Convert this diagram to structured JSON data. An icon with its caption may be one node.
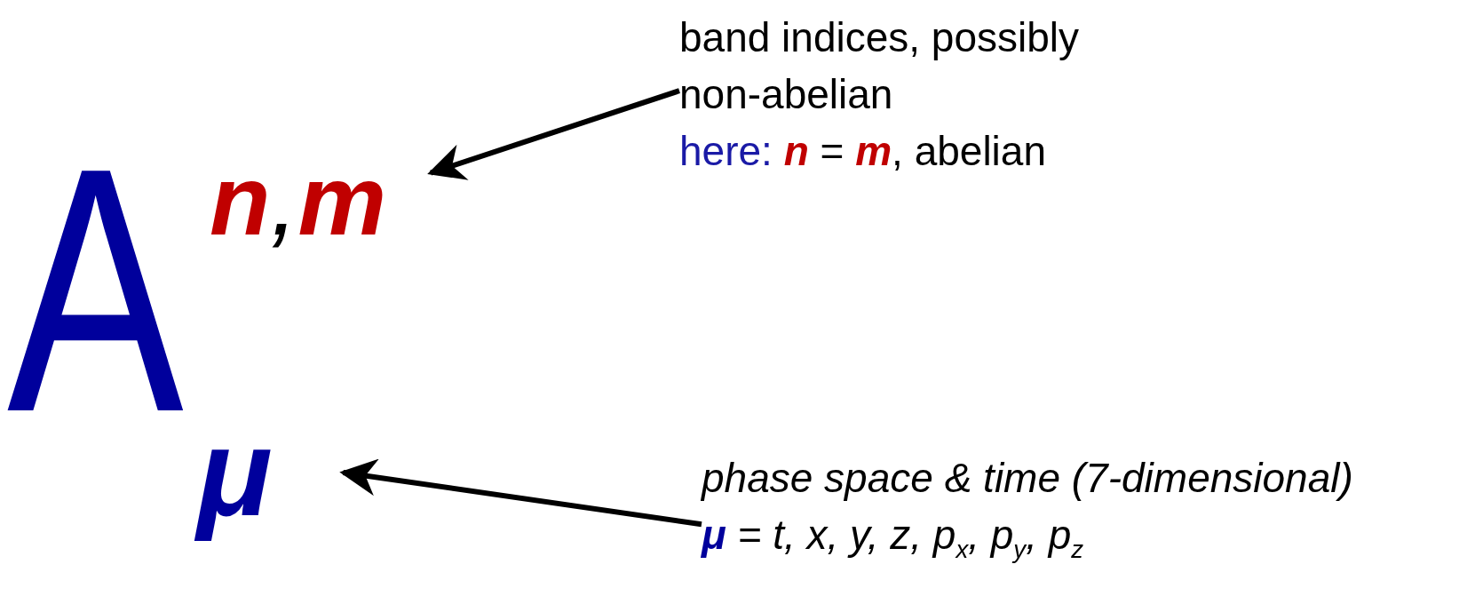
{
  "diagram": {
    "nodes": [
      {
        "text": [
          "**n**,**m**"
        ]
      },
      {
        "text": [
          "μ"
        ]
      },
      {
        "text": [
          "band indices, possibly non-abelian",
          "here:",
          "**n** = **m**, abelian"
        ]
      },
      {
        "text": [
          "phase space & time (7-dimensional)",
          "**μ** = t, x, y, z, p$_{x}$, p$_{y}$, p$_{z}$"
        ]
      }
    ],
    "edges": [
      {
        "from": 2,
        "to": 0,
        "arrow": "to"
      },
      {
        "from": 3,
        "to": 1,
        "arrow": "to"
      }
    ],
    "labels": [
      "A"
    ]
  }
}
